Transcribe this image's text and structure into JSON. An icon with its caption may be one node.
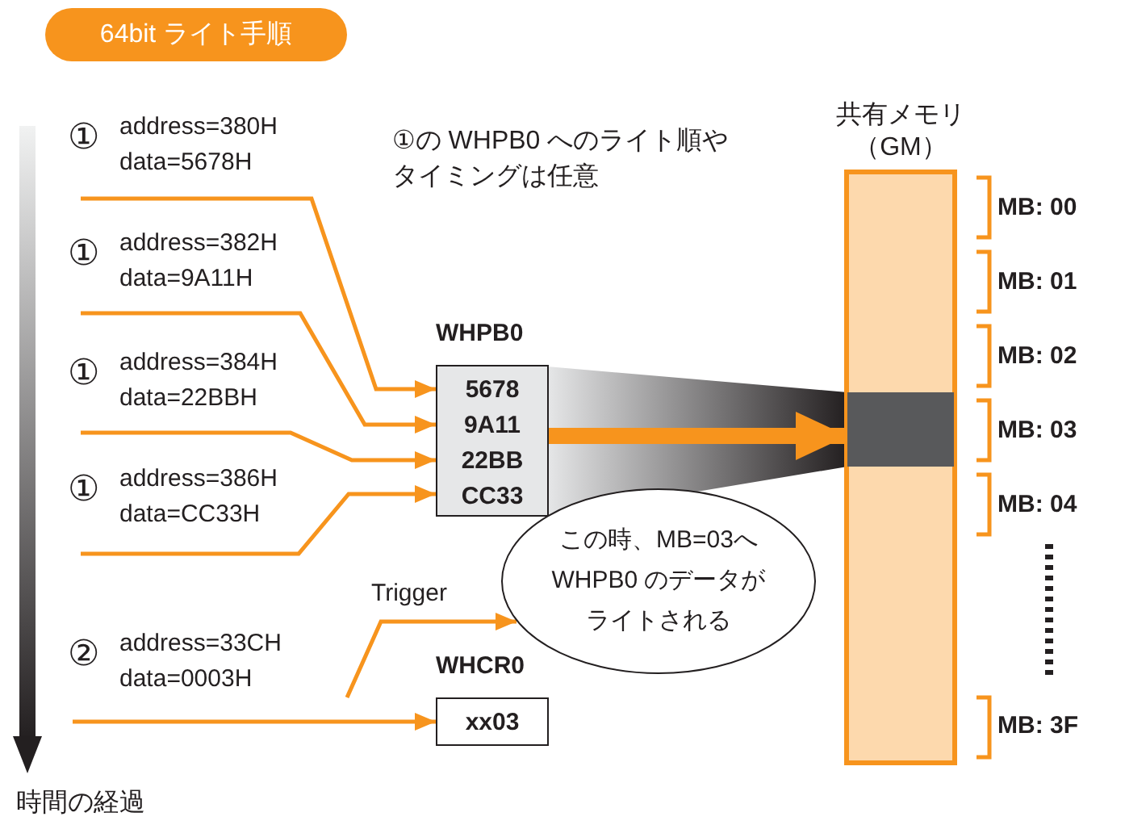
{
  "diagram": {
    "title": "64bit ライト手順",
    "nodes": [
      {
        "text": [
          "①",
          "address=380H data=5678H"
        ]
      },
      {
        "text": [
          "①",
          "address=382H data=9A11H"
        ]
      },
      {
        "text": [
          "①",
          "address=384H data=22BBH"
        ]
      },
      {
        "text": [
          "①",
          "address=386H data=CC33H"
        ]
      },
      {
        "text": [
          "②",
          "address=33CH data=0003H"
        ]
      },
      {
        "text": [
          "WHPB0",
          "5678 9A11 22BB CC33"
        ]
      },
      {
        "text": [
          "WHCR0",
          "xx03"
        ]
      },
      {
        "text": [
          "この時、MB=03へWHPB0 のデータがライトされる"
        ]
      },
      {
        "text": [
          "共有メモリ（GM）"
        ]
      },
      {
        "text": [],
        "shape": "bar",
        "in": 8
      }
    ],
    "edges": [
      {
        "from": 0,
        "to": 5,
        "arrow": "to"
      },
      {
        "from": 1,
        "to": 5,
        "arrow": "to"
      },
      {
        "from": 2,
        "to": 5,
        "arrow": "to"
      },
      {
        "from": 3,
        "to": 5,
        "arrow": "to"
      },
      {
        "from": 4,
        "to": 7,
        "arrow": "to",
        "label": "Trigger"
      },
      {
        "from": 4,
        "to": 6,
        "arrow": "to"
      },
      {
        "from": 5,
        "to": 9,
        "arrow": "to",
        "style": "thick"
      }
    ],
    "labels": [
      "①の WHPB0 へのライト順やタイミングは任意",
      "MB: 00",
      "MB: 01",
      "MB: 02",
      "MB: 03",
      "MB: 04",
      "MB: 3F",
      "時間の経過"
    ]
  }
}
